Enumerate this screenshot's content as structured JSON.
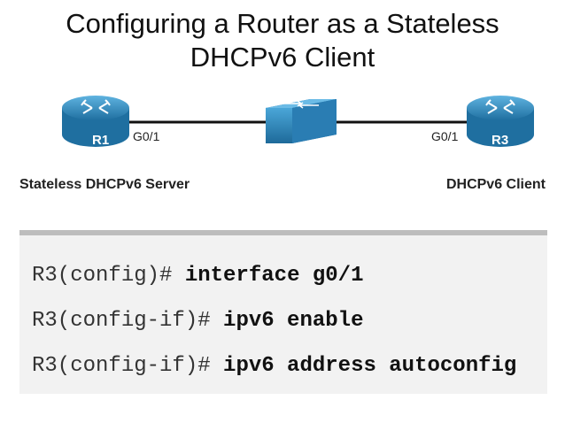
{
  "title": {
    "line1": "Configuring a Router as a Stateless",
    "line2": "DHCPv6 Client"
  },
  "topology": {
    "router_left": {
      "name": "R1",
      "port": "G0/1",
      "role": "Stateless DHCPv6 Server"
    },
    "router_right": {
      "name": "R3",
      "port": "G0/1",
      "role": "DHCPv6 Client"
    },
    "device_color": "#2f8fc4",
    "link_color": "#111111"
  },
  "cli": {
    "lines": [
      {
        "prompt": "R3(config)#",
        "command": "interface g0/1"
      },
      {
        "prompt": "R3(config-if)#",
        "command": "ipv6 enable"
      },
      {
        "prompt": "R3(config-if)#",
        "command": "ipv6 address autoconfig"
      }
    ]
  }
}
